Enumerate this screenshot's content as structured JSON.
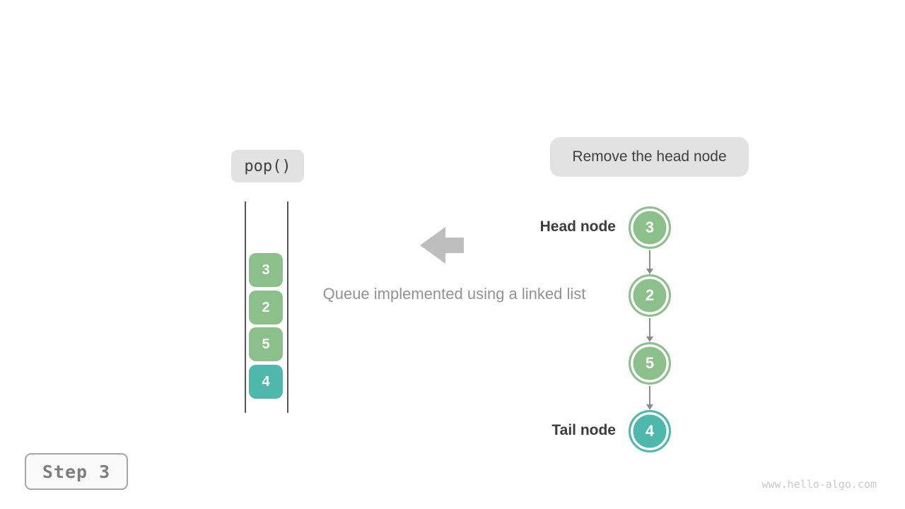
{
  "pop_box": {
    "label": "pop()"
  },
  "annotation_box": {
    "label": "Remove the head node"
  },
  "caption": "Queue implemented using a linked list",
  "step_box": {
    "label": "Step 3"
  },
  "watermark": "www.hello-algo.com",
  "stack": {
    "items": [
      {
        "value": "3",
        "color": "green"
      },
      {
        "value": "2",
        "color": "green"
      },
      {
        "value": "5",
        "color": "green"
      },
      {
        "value": "4",
        "color": "teal"
      }
    ]
  },
  "linked_list": {
    "head_label": "Head node",
    "tail_label": "Tail node",
    "nodes": [
      {
        "value": "3",
        "color": "green"
      },
      {
        "value": "2",
        "color": "green"
      },
      {
        "value": "5",
        "color": "green"
      },
      {
        "value": "4",
        "color": "teal"
      }
    ]
  },
  "colors": {
    "node_green": "#8BC08A",
    "node_teal": "#4EB8AC",
    "label_bg": "#E2E2E2",
    "block_arrow": "#BEBEBE",
    "connector": "#8C8C8C",
    "text_dark": "#3F3F3F",
    "text_gray": "#929292",
    "step_text": "#7E7E7E",
    "watermark": "#C9C9C9"
  }
}
